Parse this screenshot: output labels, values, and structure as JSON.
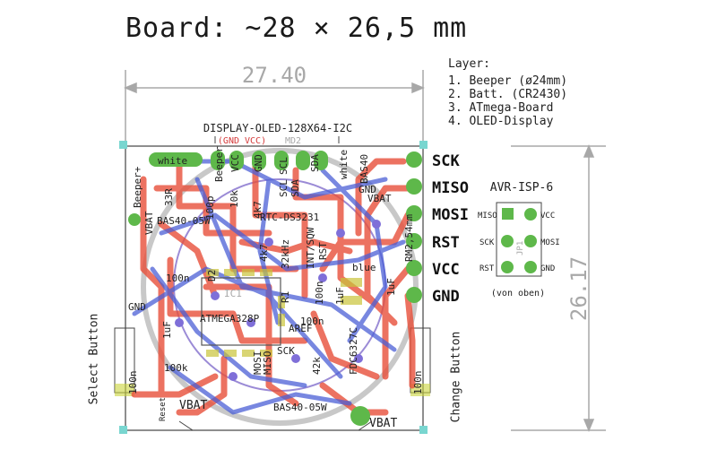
{
  "title": "Board: ~28 × 26,5 mm",
  "layers": {
    "heading": "Layer:",
    "items": [
      "1. Beeper (ø24mm)",
      "2. Batt. (CR2430)",
      "3. ATmega-Board",
      "4. OLED-Display"
    ]
  },
  "dimensions": {
    "width": "27.40",
    "height": "26.17"
  },
  "display": {
    "label": "DISPLAY-OLED-128X64-I2C",
    "pins": "(GND VCC)",
    "ref": "MD2"
  },
  "pin_labels": [
    "SCK",
    "MISO",
    "MOSI",
    "RST",
    "VCC",
    "GND"
  ],
  "isp": {
    "title": "AVR-ISP-6",
    "ref": "JP1",
    "left": [
      "MISO",
      "SCK",
      "RST"
    ],
    "right": [
      "VCC",
      "MOSI",
      "GND"
    ],
    "note": "(von oben)"
  },
  "side_labels": {
    "left": "Select Button",
    "right": "Change Button"
  },
  "components": {
    "white": "white",
    "beeper": "Beeper+",
    "beeper2": "Beeper",
    "r33": "33R",
    "c100p": "100p",
    "r10k": "10k",
    "vcc": "VCC",
    "gnd": "GND",
    "scl": "SCL",
    "sda": "SDA",
    "scl2": "SCL",
    "sda2": "SDA",
    "vbat": "VBAT",
    "white2": "white",
    "bas40a": "BAS40-05W",
    "rtc": "RTC-DS3231",
    "r4k7a": "4k7",
    "r4k7b": "4k7",
    "r32k": "32kHz",
    "int": "INT/SQW",
    "rst": "RST",
    "rm": "RM2,54mm",
    "c100na": "100n",
    "d2": "D2",
    "ic1": "IC1",
    "r1": "R1",
    "c100nb": "100n",
    "blue": "blue",
    "c1uf": "1uF",
    "c1u": "1uF",
    "gnd2": "GND",
    "atmega": "ATMEGA328P",
    "c1ufb": "1uF",
    "aref": "AREF",
    "c100nc": "100n",
    "r100k": "100k",
    "mosi": "MOSI",
    "miso": "MISO",
    "sck": "SCK",
    "r42k": "42k",
    "fdc": "FDC6327C",
    "c100nd": "100n",
    "c100ne": "100n",
    "reset": "Reset",
    "vbat2": "VBAT",
    "bas40b": "BAS40-05W",
    "vbat3": "VBAT",
    "vbat4": "VBAT",
    "bas40c": "BAS40",
    "gnd3": "GND"
  },
  "colors": {
    "top_copper": "#e8503a",
    "bottom_copper": "#4b5fd6",
    "pad": "#5eb84a",
    "via": "#7f6fd8",
    "silk": "#222222",
    "dimension": "#a8a8a8",
    "outline": "#444444"
  }
}
